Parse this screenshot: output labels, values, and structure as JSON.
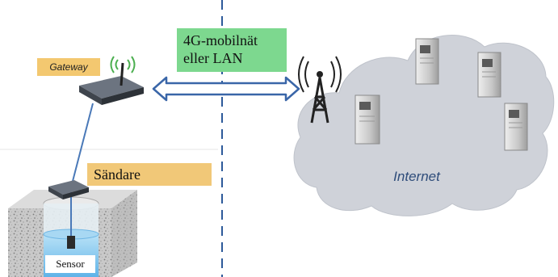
{
  "labels": {
    "gateway": "Gateway",
    "network": [
      "4G-mobilnät",
      "eller LAN"
    ],
    "transmitter": "Sändare",
    "sensor": "Sensor",
    "internet": "Internet"
  },
  "colors": {
    "gateway_label_bg": "#f3c870",
    "transmitter_label_bg": "#f1c878",
    "network_label_bg": "#7dd88f",
    "divider": "#2d5a9a",
    "arrow_fill": "#ffffff",
    "arrow_stroke": "#3a66a8",
    "cloud": "#cfd2d9",
    "water": "#7fc4ef",
    "cable": "#4a79b8",
    "internet_text": "#2e4c7a"
  },
  "icons": [
    "gateway-device-icon",
    "wifi-signal-icon",
    "transmitter-device-icon",
    "sensor-probe-icon",
    "cell-tower-icon",
    "server-icon"
  ]
}
